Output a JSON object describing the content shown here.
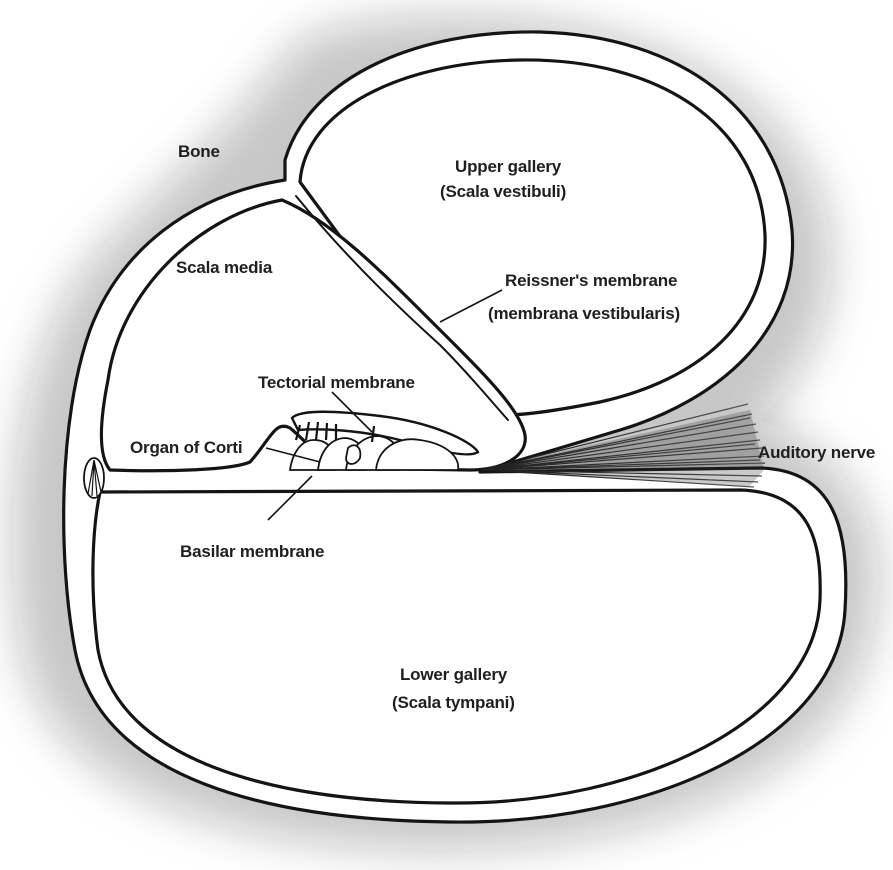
{
  "labels": {
    "bone": "Bone",
    "upper_gallery_line1": "Upper gallery",
    "upper_gallery_line2": "(Scala vestibuli)",
    "scala_media": "Scala media",
    "reissners_line1": "Reissner's membrane",
    "reissners_line2": "(membrana vestibularis)",
    "tectorial": "Tectorial membrane",
    "organ_of_corti": "Organ of Corti",
    "auditory_nerve": "Auditory nerve",
    "basilar": "Basilar membrane",
    "lower_gallery_line1": "Lower gallery",
    "lower_gallery_line2": "(Scala tympani)"
  }
}
